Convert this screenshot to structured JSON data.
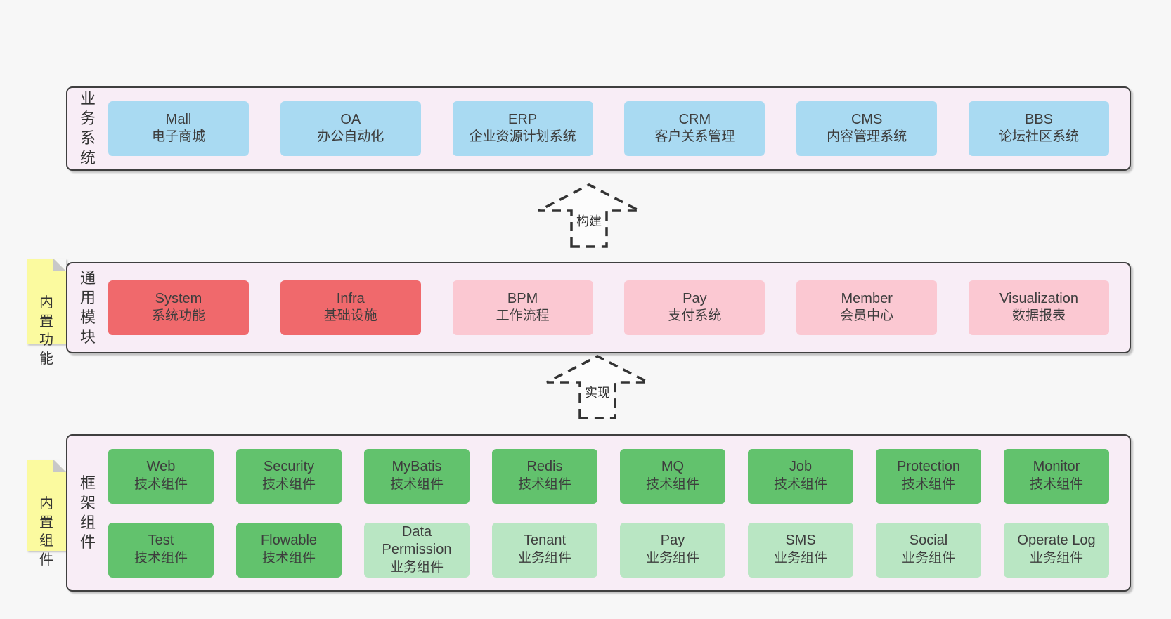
{
  "colors": {
    "background": "#f7f7f7",
    "panel_bg": "#f8edf6",
    "panel_border": "#3f3f3f",
    "blue_box": "#a9daf2",
    "red_box": "#f0696c",
    "pink_box": "#fbc8d2",
    "green_box": "#62c26d",
    "light_green_box": "#b9e6c3",
    "note_bg": "#fbfa9f",
    "note_fold": "#c8c8c8",
    "text": "#3d3d3d"
  },
  "arrows": {
    "build": "构建",
    "implement": "实现"
  },
  "layers": {
    "business": {
      "label": "业\n务\n系\n统",
      "boxes": [
        {
          "name": "Mall",
          "desc": "电子商城"
        },
        {
          "name": "OA",
          "desc": "办公自动化"
        },
        {
          "name": "ERP",
          "desc": "企业资源计划系统"
        },
        {
          "name": "CRM",
          "desc": "客户关系管理"
        },
        {
          "name": "CMS",
          "desc": "内容管理系统"
        },
        {
          "name": "BBS",
          "desc": "论坛社区系统"
        }
      ]
    },
    "modules": {
      "label": "通\n用\n模\n块",
      "note": "内\n置\n功\n能",
      "boxes": [
        {
          "name": "System",
          "desc": "系统功能"
        },
        {
          "name": "Infra",
          "desc": "基础设施"
        },
        {
          "name": "BPM",
          "desc": "工作流程"
        },
        {
          "name": "Pay",
          "desc": "支付系统"
        },
        {
          "name": "Member",
          "desc": "会员中心"
        },
        {
          "name": "Visualization",
          "desc": "数据报表"
        }
      ]
    },
    "components": {
      "label": "框\n架\n组\n件",
      "note": "内\n置\n组\n件",
      "row1": [
        {
          "name": "Web",
          "desc": "技术组件"
        },
        {
          "name": "Security",
          "desc": "技术组件"
        },
        {
          "name": "MyBatis",
          "desc": "技术组件"
        },
        {
          "name": "Redis",
          "desc": "技术组件"
        },
        {
          "name": "MQ",
          "desc": "技术组件"
        },
        {
          "name": "Job",
          "desc": "技术组件"
        },
        {
          "name": "Protection",
          "desc": "技术组件"
        },
        {
          "name": "Monitor",
          "desc": "技术组件"
        }
      ],
      "row2": [
        {
          "name": "Test",
          "desc": "技术组件"
        },
        {
          "name": "Flowable",
          "desc": "技术组件"
        },
        {
          "name": "Data Permission",
          "desc": "业务组件"
        },
        {
          "name": "Tenant",
          "desc": "业务组件"
        },
        {
          "name": "Pay",
          "desc": "业务组件"
        },
        {
          "name": "SMS",
          "desc": "业务组件"
        },
        {
          "name": "Social",
          "desc": "业务组件"
        },
        {
          "name": "Operate Log",
          "desc": "业务组件"
        }
      ]
    }
  }
}
